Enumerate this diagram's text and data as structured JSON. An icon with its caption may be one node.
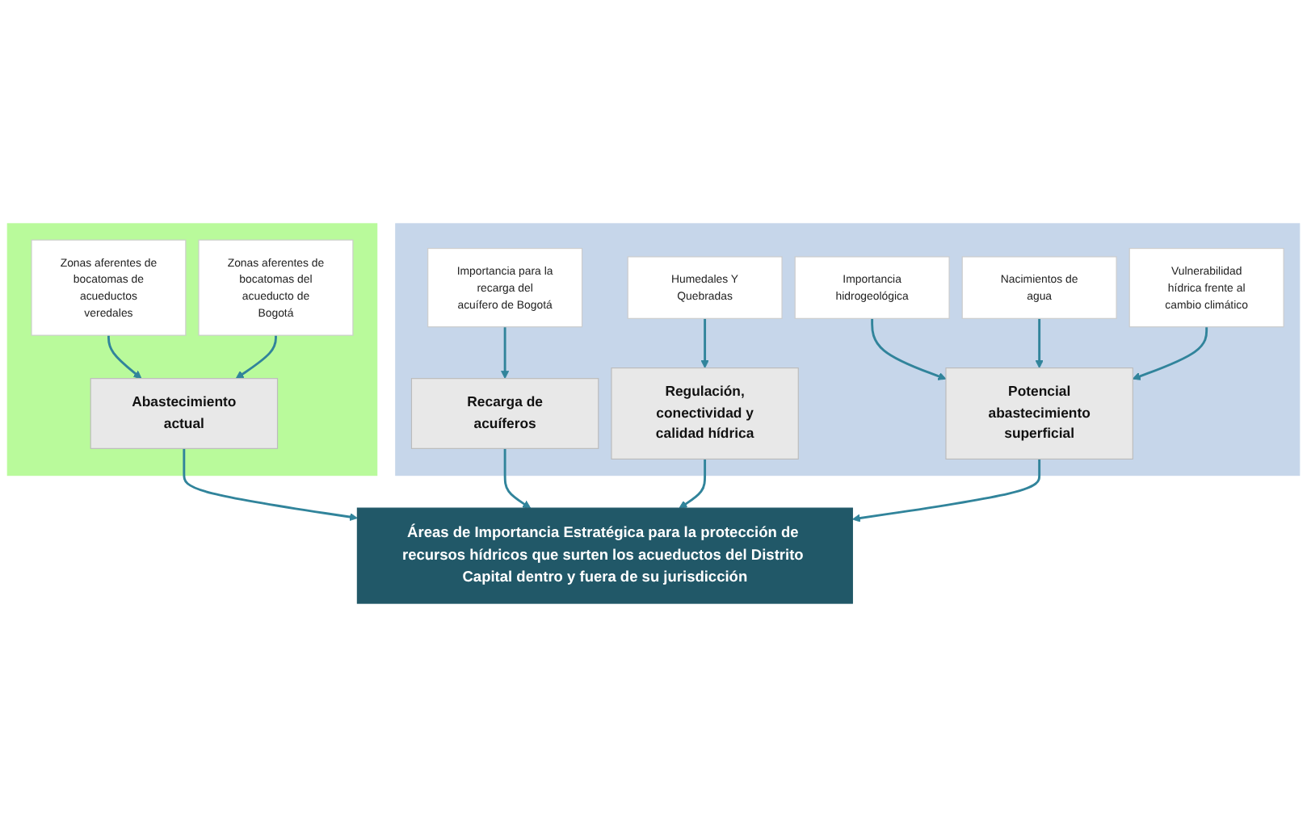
{
  "diagram": {
    "nodes": [
      {
        "text": [],
        "shape": "box"
      },
      {
        "text": [
          "Zonas aferentes de bocatomas de acueductos veredales"
        ],
        "in": 0
      },
      {
        "text": [
          "Zonas aferentes de bocatomas del acueducto de Bogotá"
        ],
        "in": 0
      },
      {
        "text": [
          "Abastecimiento actual"
        ],
        "in": 0
      },
      {
        "text": [],
        "shape": "box"
      },
      {
        "text": [
          "Importancia para la recarga del acuífero de Bogotá"
        ],
        "in": 4
      },
      {
        "text": [
          "Humedales Y Quebradas"
        ],
        "in": 4
      },
      {
        "text": [
          "Importancia hidrogeológica"
        ],
        "in": 4
      },
      {
        "text": [
          "Nacimientos de agua"
        ],
        "in": 4
      },
      {
        "text": [
          "Vulnerabilidad hídrica frente al cambio climático"
        ],
        "in": 4
      },
      {
        "text": [
          "Recarga de acuíferos"
        ],
        "in": 4
      },
      {
        "text": [
          "Regulación, conectividad y calidad hídrica"
        ],
        "in": 4
      },
      {
        "text": [
          "Potencial abastecimiento superficial"
        ],
        "in": 4
      },
      {
        "text": [
          "Áreas de Importancia Estratégica para la protección de recursos hídricos que surten los acueductos del Distrito Capital dentro y fuera de su jurisdicción"
        ]
      }
    ],
    "edges": [
      {
        "from": 1,
        "to": 3,
        "arrow": "to"
      },
      {
        "from": 2,
        "to": 3,
        "arrow": "to"
      },
      {
        "from": 5,
        "to": 10,
        "arrow": "to"
      },
      {
        "from": 6,
        "to": 11,
        "arrow": "to"
      },
      {
        "from": 7,
        "to": 12,
        "arrow": "to"
      },
      {
        "from": 8,
        "to": 12,
        "arrow": "to"
      },
      {
        "from": 9,
        "to": 12,
        "arrow": "to"
      },
      {
        "from": 3,
        "to": 13,
        "arrow": "to"
      },
      {
        "from": 10,
        "to": 13,
        "arrow": "to"
      },
      {
        "from": 11,
        "to": 13,
        "arrow": "to"
      },
      {
        "from": 12,
        "to": 13,
        "arrow": "to"
      }
    ]
  }
}
